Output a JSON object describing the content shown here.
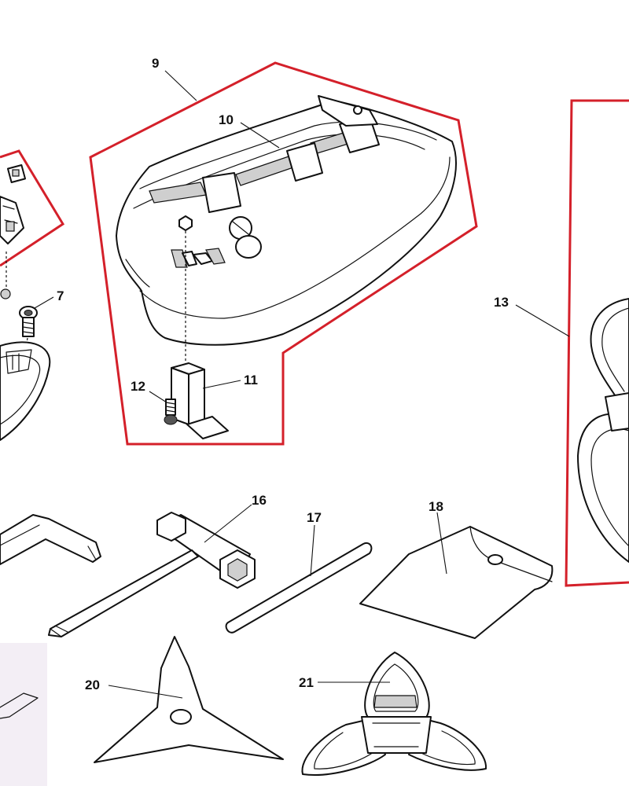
{
  "colors": {
    "highlight_frame": "#d4202a",
    "ink": "#111111",
    "background": "#ffffff"
  },
  "callouts": {
    "c7": "7",
    "c9": "9",
    "c10": "10",
    "c11": "11",
    "c12": "12",
    "c13": "13",
    "c16": "16",
    "c17": "17",
    "c18": "18",
    "c20": "20",
    "c21": "21"
  }
}
